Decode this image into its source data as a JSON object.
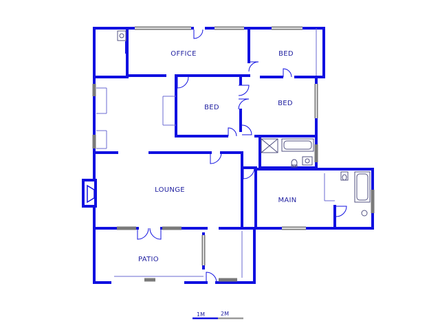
{
  "colors": {
    "wall": "#1010e0",
    "thin": "#6a6ad0",
    "fixture": "#505080",
    "label": "#2020a0",
    "window": "#7a7a7a"
  },
  "rooms": {
    "office": "OFFICE",
    "bed_top_right": "BED",
    "bed_center": "BED",
    "bed_right": "BED",
    "lounge": "LOUNGE",
    "main": "MAIN",
    "patio": "PATIO"
  },
  "scale": {
    "label_1": "1M",
    "label_2": "2M"
  }
}
